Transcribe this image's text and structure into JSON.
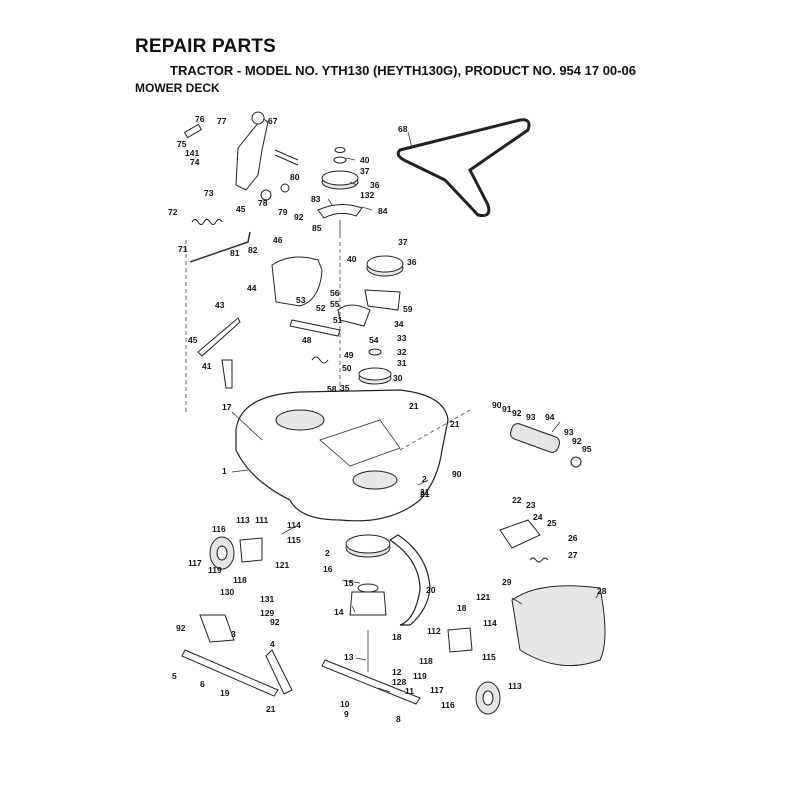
{
  "header": {
    "title": "REPAIR PARTS",
    "subtitle": "TRACTOR - MODEL NO. YTH130 (HEYTH130G), PRODUCT NO. 954 17 00-06",
    "section": "MOWER DECK"
  },
  "labels": [
    "76",
    "77",
    "67",
    "75",
    "141",
    "74",
    "73",
    "78",
    "79",
    "80",
    "92",
    "68",
    "40",
    "37",
    "36",
    "83",
    "132",
    "84",
    "72",
    "45",
    "82",
    "81",
    "71",
    "85",
    "46",
    "44",
    "40",
    "37",
    "36",
    "56",
    "55",
    "53",
    "52",
    "51",
    "54",
    "34",
    "33",
    "32",
    "31",
    "30",
    "35",
    "48",
    "49",
    "50",
    "58",
    "59",
    "43",
    "45",
    "41",
    "17",
    "1",
    "90",
    "91",
    "92",
    "93",
    "94",
    "93",
    "92",
    "95",
    "21",
    "21",
    "90",
    "2",
    "21",
    "116",
    "113",
    "111",
    "114",
    "115",
    "117",
    "119",
    "118",
    "121",
    "2",
    "16",
    "15",
    "130",
    "131",
    "129",
    "92",
    "3",
    "92",
    "5",
    "6",
    "4",
    "19",
    "21",
    "14",
    "13",
    "12",
    "128",
    "11",
    "10",
    "9",
    "8",
    "20",
    "18",
    "18",
    "21",
    "22",
    "23",
    "24",
    "25",
    "26",
    "27",
    "28",
    "29",
    "121",
    "114",
    "112",
    "115",
    "118",
    "119",
    "117",
    "113",
    "116"
  ]
}
